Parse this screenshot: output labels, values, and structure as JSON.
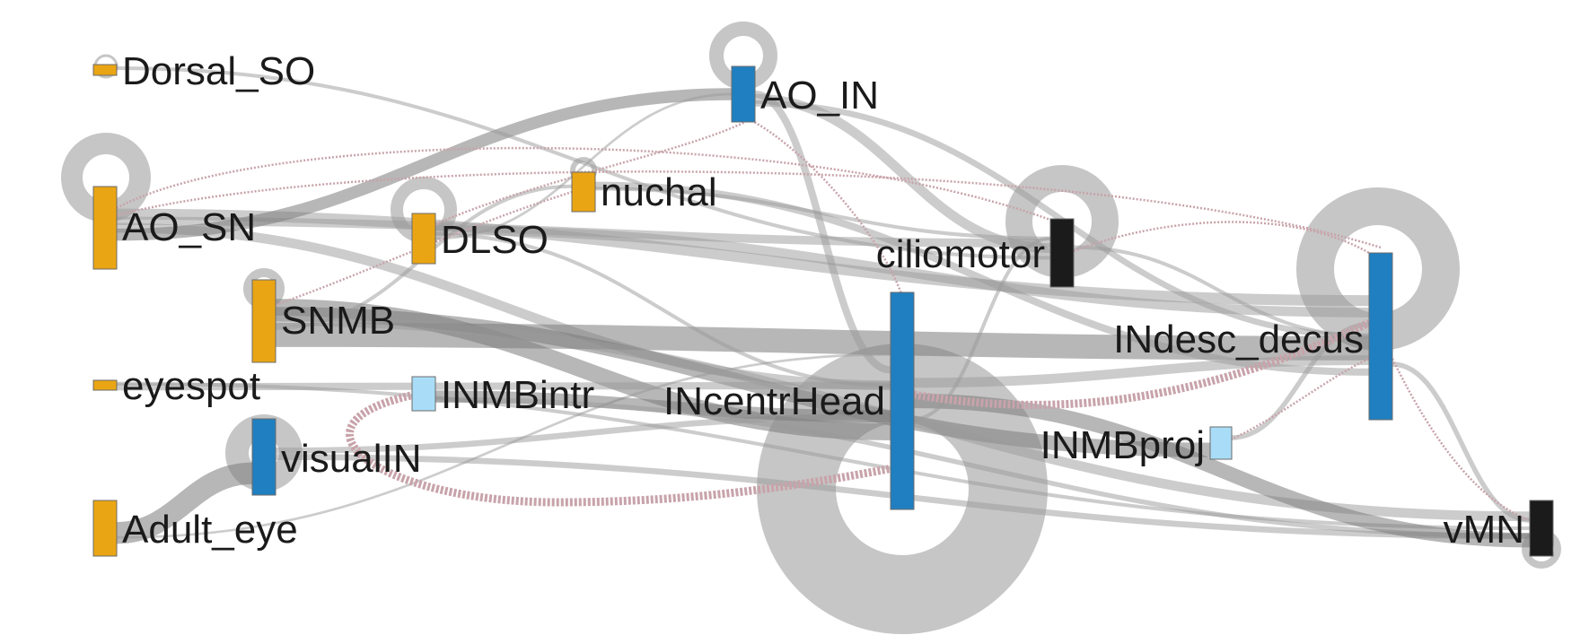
{
  "colors": {
    "sensory": "#e9a514",
    "interneuron": "#1f7fc0",
    "projection": "#a9ddf7",
    "motor": "#1b1b1b",
    "edge": "#9a9a9a",
    "edge_dashed": "#c8a3aa"
  },
  "nodes": [
    {
      "id": "Dorsal_SO",
      "label": "Dorsal_SO",
      "type": "sensory"
    },
    {
      "id": "AO_SN",
      "label": "AO_SN",
      "type": "sensory"
    },
    {
      "id": "SNMB",
      "label": "SNMB",
      "type": "sensory"
    },
    {
      "id": "eyespot",
      "label": "eyespot",
      "type": "sensory"
    },
    {
      "id": "visualIN",
      "label": "visualIN",
      "type": "interneuron"
    },
    {
      "id": "Adult_eye",
      "label": "Adult_eye",
      "type": "sensory"
    },
    {
      "id": "DLSO",
      "label": "DLSO",
      "type": "sensory"
    },
    {
      "id": "INMBintr",
      "label": "INMBintr",
      "type": "projection"
    },
    {
      "id": "nuchal",
      "label": "nuchal",
      "type": "sensory"
    },
    {
      "id": "AO_IN",
      "label": "AO_IN",
      "type": "interneuron"
    },
    {
      "id": "ciliomotor",
      "label": "ciliomotor",
      "type": "motor"
    },
    {
      "id": "INcentrHead",
      "label": "INcentrHead",
      "type": "interneuron"
    },
    {
      "id": "INMBproj",
      "label": "INMBproj",
      "type": "projection"
    },
    {
      "id": "INdesc_decus",
      "label": "INdesc_decus",
      "type": "interneuron"
    },
    {
      "id": "vMN",
      "label": "vMN",
      "type": "motor"
    }
  ],
  "edges": [
    {
      "from": "AO_SN",
      "to": "INdesc_decus",
      "weight": 9
    },
    {
      "from": "AO_SN",
      "to": "ciliomotor",
      "weight": 7
    },
    {
      "from": "AO_SN",
      "to": "INcentrHead",
      "weight": 8
    },
    {
      "from": "AO_SN",
      "to": "AO_IN",
      "weight": 10
    },
    {
      "from": "SNMB",
      "to": "INdesc_decus",
      "weight": 20
    },
    {
      "from": "SNMB",
      "to": "INcentrHead",
      "weight": 14
    },
    {
      "from": "SNMB",
      "to": "INMBproj",
      "weight": 12
    },
    {
      "from": "SNMB",
      "to": "vMN",
      "weight": 8
    },
    {
      "from": "SNMB",
      "to": "nuchal",
      "weight": 3
    },
    {
      "from": "eyespot",
      "to": "INcentrHead",
      "weight": 6
    },
    {
      "from": "eyespot",
      "to": "vMN",
      "weight": 3
    },
    {
      "from": "visualIN",
      "to": "INcentrHead",
      "weight": 5
    },
    {
      "from": "visualIN",
      "to": "vMN",
      "weight": 5
    },
    {
      "from": "Adult_eye",
      "to": "visualIN",
      "weight": 18
    },
    {
      "from": "Adult_eye",
      "to": "INcentrHead",
      "weight": 2
    },
    {
      "from": "DLSO",
      "to": "INdesc_decus",
      "weight": 8
    },
    {
      "from": "DLSO",
      "to": "INcentrHead",
      "weight": 3
    },
    {
      "from": "DLSO",
      "to": "AO_IN",
      "weight": 2
    },
    {
      "from": "INMBintr",
      "to": "INcentrHead",
      "weight": 10
    },
    {
      "from": "INMBintr",
      "to": "vMN",
      "weight": 4
    },
    {
      "from": "nuchal",
      "to": "INdesc_decus",
      "weight": 6
    },
    {
      "from": "nuchal",
      "to": "ciliomotor",
      "weight": 3
    },
    {
      "from": "AO_IN",
      "to": "INcentrHead",
      "weight": 6
    },
    {
      "from": "AO_IN",
      "to": "ciliomotor",
      "weight": 8
    },
    {
      "from": "AO_IN",
      "to": "INdesc_decus",
      "weight": 5
    },
    {
      "from": "Dorsal_SO",
      "to": "ciliomotor",
      "weight": 3
    },
    {
      "from": "INcentrHead",
      "to": "INdesc_decus",
      "weight": 8
    },
    {
      "from": "INcentrHead",
      "to": "vMN",
      "weight": 12
    },
    {
      "from": "INcentrHead",
      "to": "ciliomotor",
      "weight": 3
    },
    {
      "from": "INdesc_decus",
      "to": "vMN",
      "weight": 4
    },
    {
      "from": "INMBproj",
      "to": "INdesc_decus",
      "weight": 4
    },
    {
      "from": "ciliomotor",
      "to": "INdesc_decus",
      "weight": 3
    }
  ]
}
